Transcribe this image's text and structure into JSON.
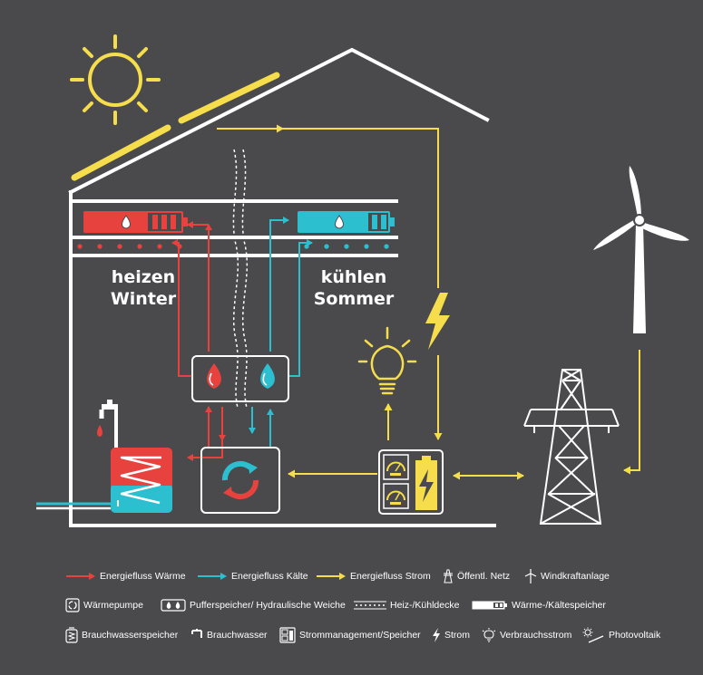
{
  "labels": {
    "heizen": "heizen",
    "winter": "Winter",
    "kuehlen": "kühlen",
    "sommer": "Sommer"
  },
  "legend": {
    "waerme_flow": "Energiefluss Wärme",
    "kaelte_flow": "Energiefluss Kälte",
    "strom_flow": "Energiefluss Strom",
    "netz": "Öffentl. Netz",
    "wind": "Windkraftanlage",
    "waermepumpe": "Wärmepumpe",
    "pufferspeicher": "Pufferspeicher/ Hydraulische Weiche",
    "heizdecke": "Heiz-/Kühldecke",
    "speicher": "Wärme-/Kältespeicher",
    "brauchwasserspeicher": "Brauchwasserspeicher",
    "brauchwasser": "Brauchwasser",
    "strommanagement": "Strommanagement/Speicher",
    "strom": "Strom",
    "verbrauchsstrom": "Verbrauchsstrom",
    "photovoltaik": "Photovoltaik"
  },
  "colors": {
    "background": "#4a4a4d",
    "heat": "#e8423f",
    "cold": "#2bbfd0",
    "power": "#f5dd4b",
    "line": "#ffffff"
  }
}
